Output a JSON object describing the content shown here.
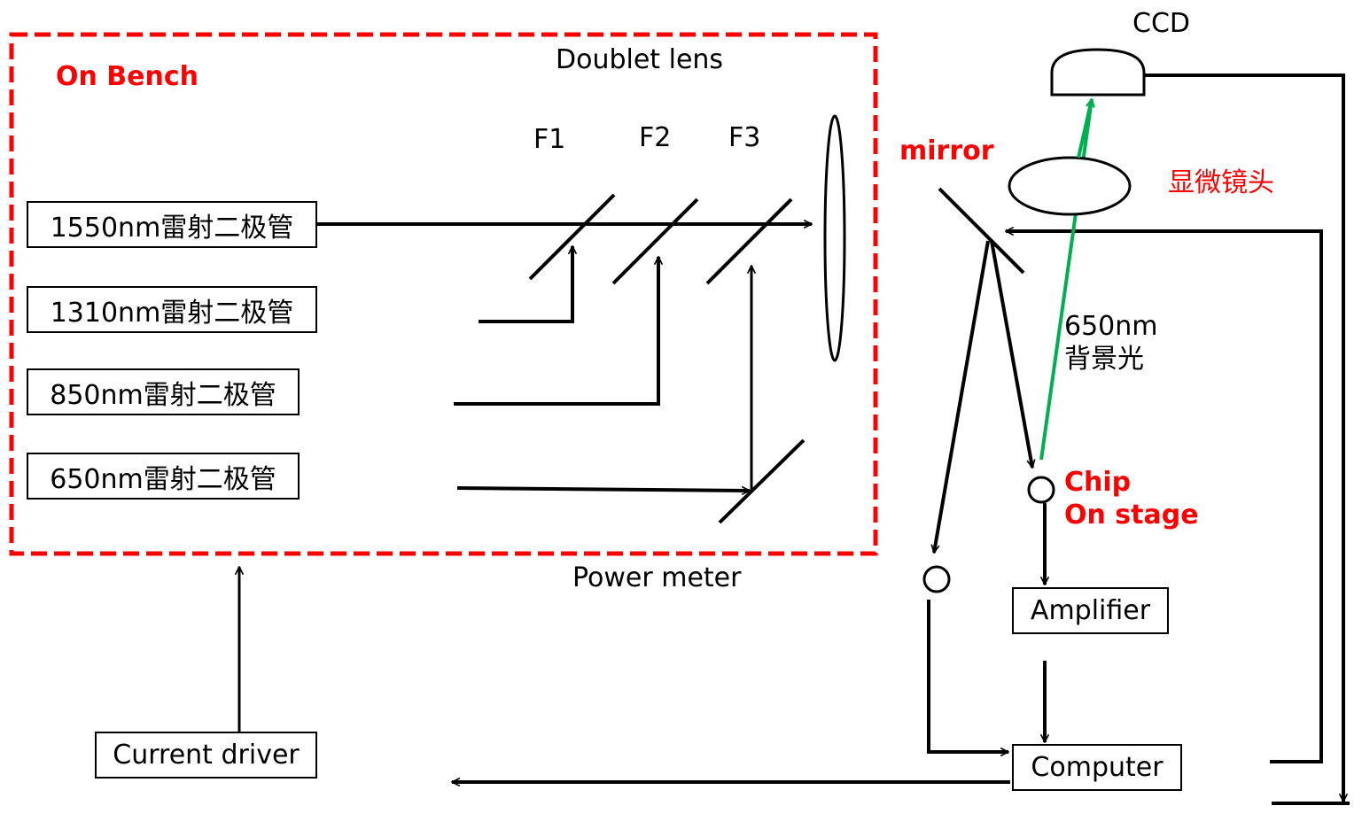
{
  "bench": {
    "title": "On Bench",
    "border_color": "#ff0000",
    "lens_label": "Doublet lens",
    "filters": [
      "F1",
      "F2",
      "F3"
    ],
    "lasers": [
      {
        "label": "1550nm雷射二极管"
      },
      {
        "label": "1310nm雷射二极管"
      },
      {
        "label": "850nm雷射二极管"
      },
      {
        "label": "650nm雷射二极管"
      }
    ]
  },
  "outside": {
    "power_meter_label": "Power meter",
    "mirror_label": "mirror",
    "ccd_label": "CCD",
    "microscope_label": "显微镜头",
    "backlight_label_line1": "650nm",
    "backlight_label_line2": "背景光",
    "chip_label_line1": "Chip",
    "chip_label_line2": "On stage",
    "amplifier_label": "Amplifier",
    "computer_label": "Computer",
    "current_driver_label": "Current driver"
  },
  "colors": {
    "accent_red": "#ff0000",
    "green_beam": "#00b050",
    "line": "#000000"
  }
}
